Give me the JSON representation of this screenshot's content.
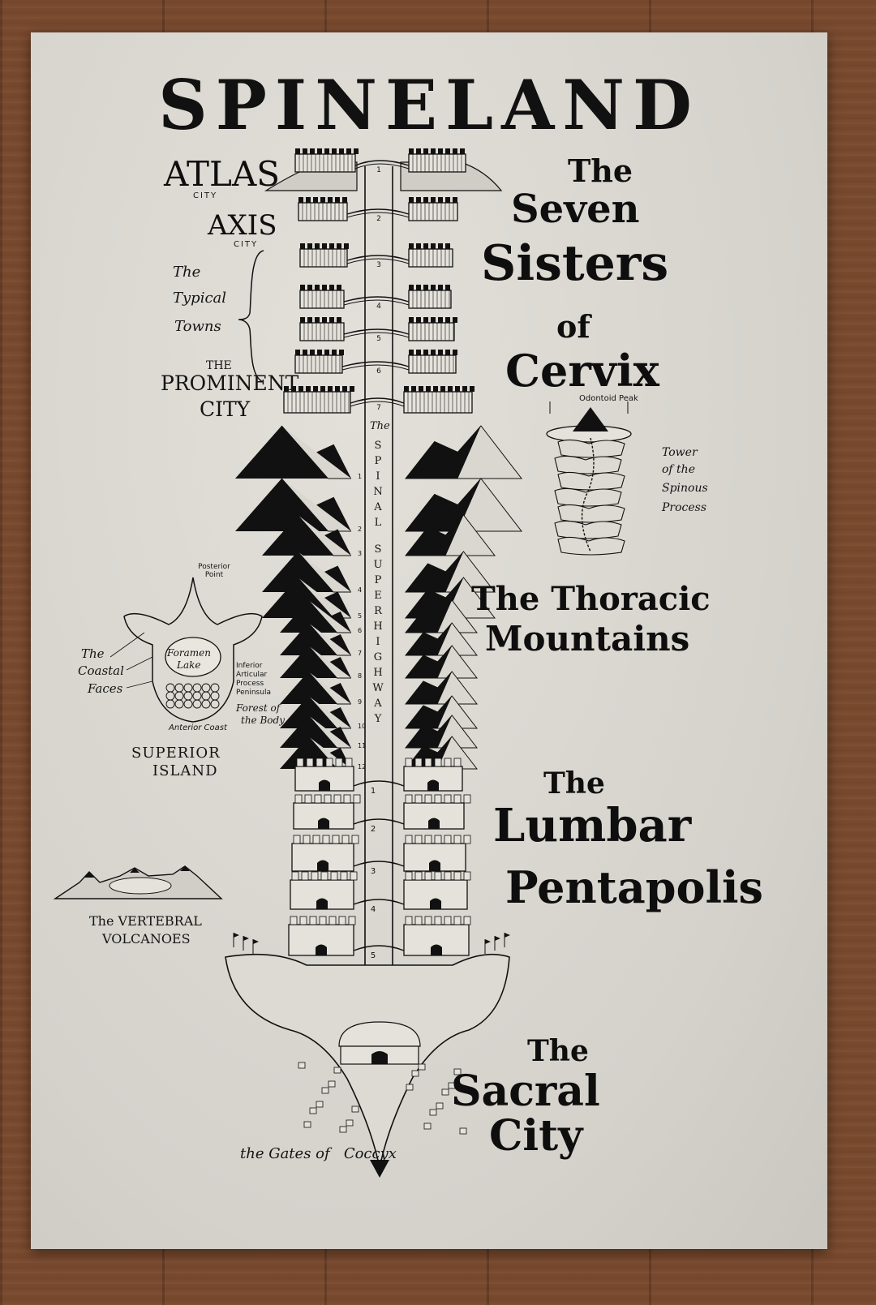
{
  "title": "SPINELAND",
  "labels": {
    "atlas": "ATLAS",
    "atlas_sub": "CITY",
    "axis": "AXIS",
    "axis_sub": "CITY",
    "typical_1": "The",
    "typical_2": "Typical",
    "typical_3": "Towns",
    "prominent_1": "THE",
    "prominent_2": "PROMINENT",
    "prominent_3": "CITY",
    "highway_1": "The",
    "highway_2": "SPINAL",
    "highway_3": "SUPERHIGHWAY",
    "posterior_point": "Posterior Point",
    "coastal_faces_1": "The",
    "coastal_faces_2": "Coastal",
    "coastal_faces_3": "Faces",
    "foramen_1": "Foramen",
    "foramen_2": "Lake",
    "inferior_1": "Inferior",
    "inferior_2": "Articular",
    "inferior_3": "Process",
    "inferior_4": "Peninsula",
    "forest_1": "Forest of",
    "forest_2": "the Body",
    "anterior_coast": "Anterior Coast",
    "superior_island_1": "SUPERIOR",
    "superior_island_2": "ISLAND",
    "volcanoes_1": "The VERTEBRAL",
    "volcanoes_2": "VOLCANOES",
    "gates": "the Gates of   Coccyx",
    "odontoid_peak": "Odontoid Peak",
    "tower_1": "Tower",
    "tower_2": "of the",
    "tower_3": "Spinous",
    "tower_4": "Process",
    "seven_1": "The",
    "seven_2": "Seven",
    "seven_3": "Sisters",
    "seven_4": "of",
    "seven_5": "Cervix",
    "thoracic_1": "The Thoracic",
    "thoracic_2": "Mountains",
    "lumbar_1": "The",
    "lumbar_2": "Lumbar",
    "lumbar_3": "Pentapolis",
    "sacral_1": "The",
    "sacral_2": "Sacral",
    "sacral_3": "City"
  },
  "cervical_numbers": [
    "1",
    "2",
    "3",
    "4",
    "5",
    "6",
    "7"
  ],
  "thoracic_numbers": [
    "1",
    "2",
    "3",
    "4",
    "5",
    "6",
    "7",
    "8",
    "9",
    "10",
    "11",
    "12"
  ],
  "lumbar_numbers": [
    "1",
    "2",
    "3",
    "4",
    "5"
  ],
  "colors": {
    "ink": "#111111",
    "paper": "#d9d7d0",
    "wood": "#7a4a2e"
  }
}
